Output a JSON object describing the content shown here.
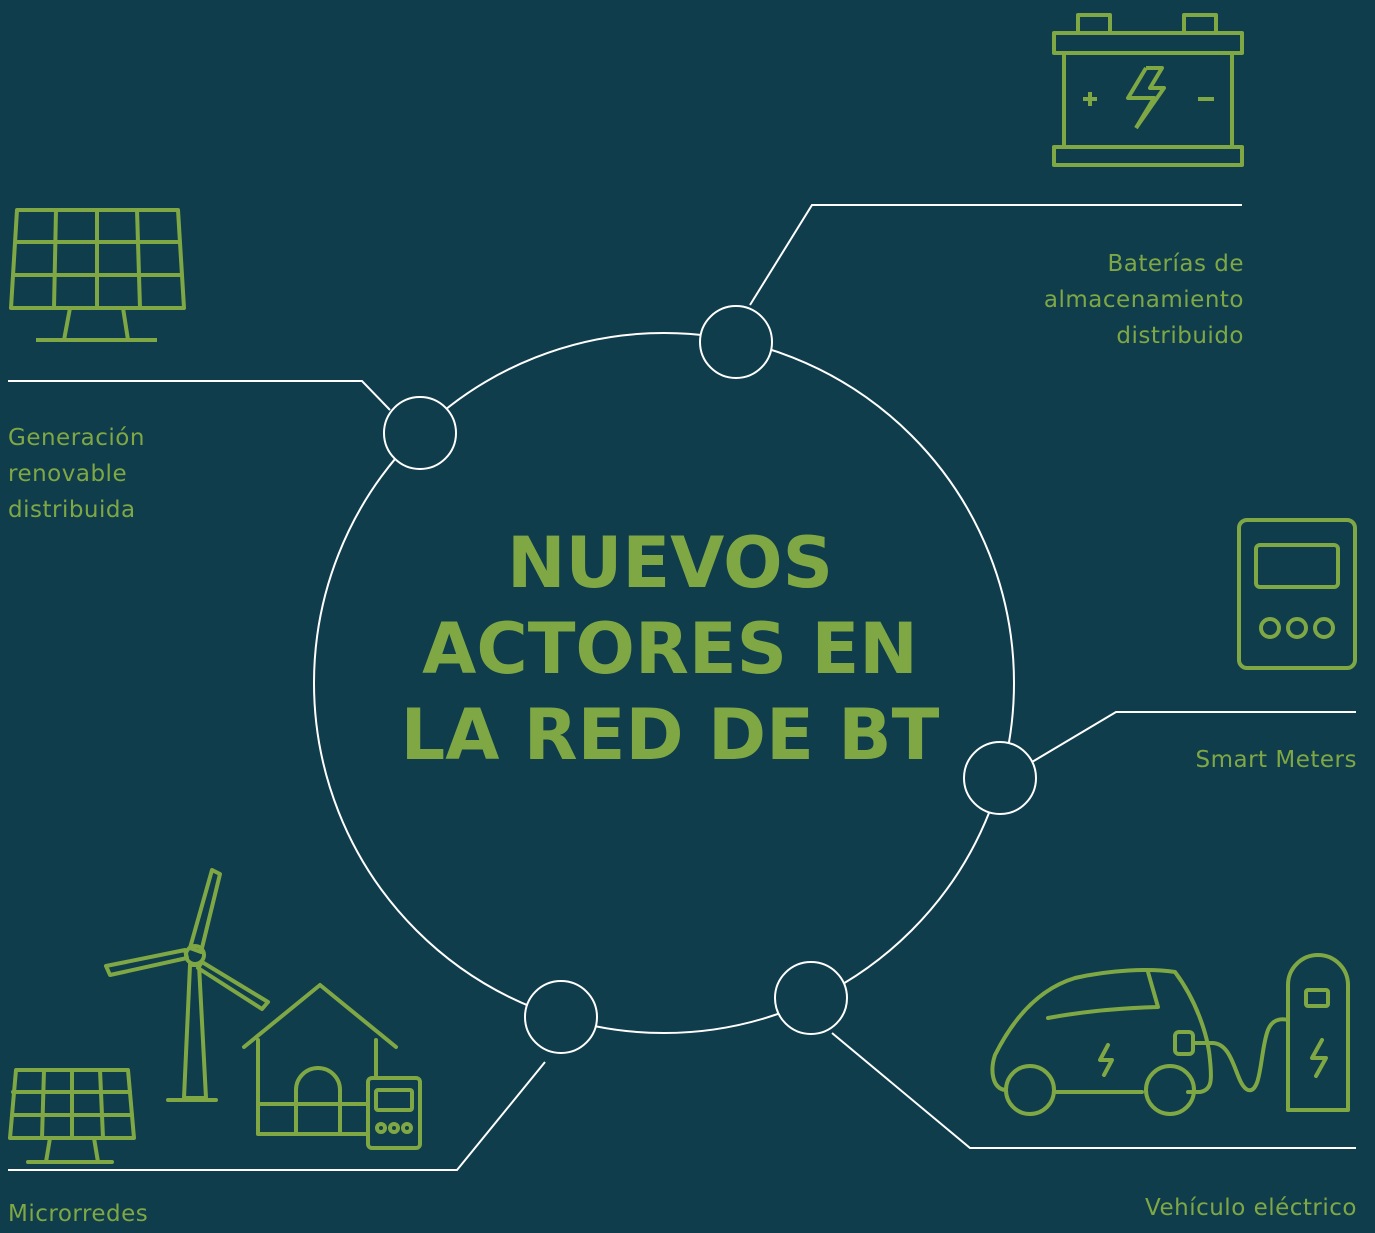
{
  "title": {
    "line1": "NUEVOS",
    "line2": "ACTORES EN",
    "line3": "LA RED DE BT"
  },
  "actors": {
    "batteries": {
      "line1": "Baterías de",
      "line2": "almacenamiento",
      "line3": "distribuido",
      "icon": "battery-icon"
    },
    "renewable": {
      "line1": "Generación",
      "line2": "renovable",
      "line3": "distribuida",
      "icon": "solar-panel-icon"
    },
    "smart_meters": {
      "label": "Smart Meters",
      "icon": "smart-meter-icon"
    },
    "microgrids": {
      "label": "Microrredes",
      "icon": "microgrid-icon"
    },
    "ev": {
      "label": "Vehículo eléctrico",
      "icon": "electric-car-charger-icon"
    }
  },
  "colors": {
    "background": "#0f3d4c",
    "accent": "#7fa845",
    "lines": "#ffffff"
  }
}
